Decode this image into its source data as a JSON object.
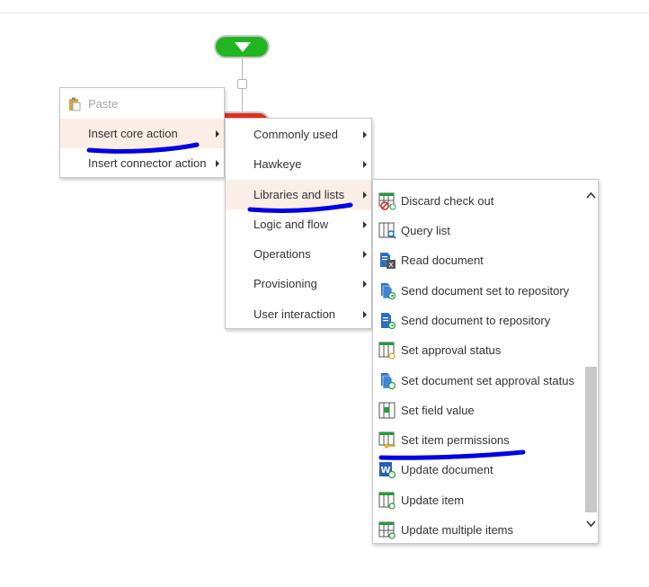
{
  "menu_level1": {
    "items": [
      {
        "label": "Paste",
        "disabled": true
      },
      {
        "label": "Insert core action",
        "has_submenu": true,
        "highlighted": true
      },
      {
        "label": "Insert connector action",
        "has_submenu": true
      }
    ]
  },
  "menu_level2": {
    "items": [
      {
        "label": "Commonly used"
      },
      {
        "label": "Hawkeye"
      },
      {
        "label": "Libraries and lists",
        "highlighted": true
      },
      {
        "label": "Logic and flow"
      },
      {
        "label": "Operations"
      },
      {
        "label": "Provisioning"
      },
      {
        "label": "User interaction"
      }
    ]
  },
  "menu_level3": {
    "items": [
      {
        "label": "Discard check out",
        "icon": "discard-checkout-icon"
      },
      {
        "label": "Query list",
        "icon": "query-list-icon"
      },
      {
        "label": "Read document",
        "icon": "read-document-icon"
      },
      {
        "label": "Send document set to repository",
        "icon": "send-docset-icon"
      },
      {
        "label": "Send document to repository",
        "icon": "send-document-icon"
      },
      {
        "label": "Set approval status",
        "icon": "approval-status-icon"
      },
      {
        "label": "Set document set approval status",
        "icon": "docset-approval-icon"
      },
      {
        "label": "Set field value",
        "icon": "field-value-icon"
      },
      {
        "label": "Set item permissions",
        "icon": "item-permissions-icon"
      },
      {
        "label": "Update document",
        "icon": "word-document-icon"
      },
      {
        "label": "Update item",
        "icon": "update-item-icon"
      },
      {
        "label": "Update multiple items",
        "icon": "update-multiple-icon"
      }
    ]
  },
  "colors": {
    "start_node": "#22b522",
    "end_node": "#e0301e",
    "highlight": "#fbeee6",
    "annotation": "#0000e6"
  }
}
